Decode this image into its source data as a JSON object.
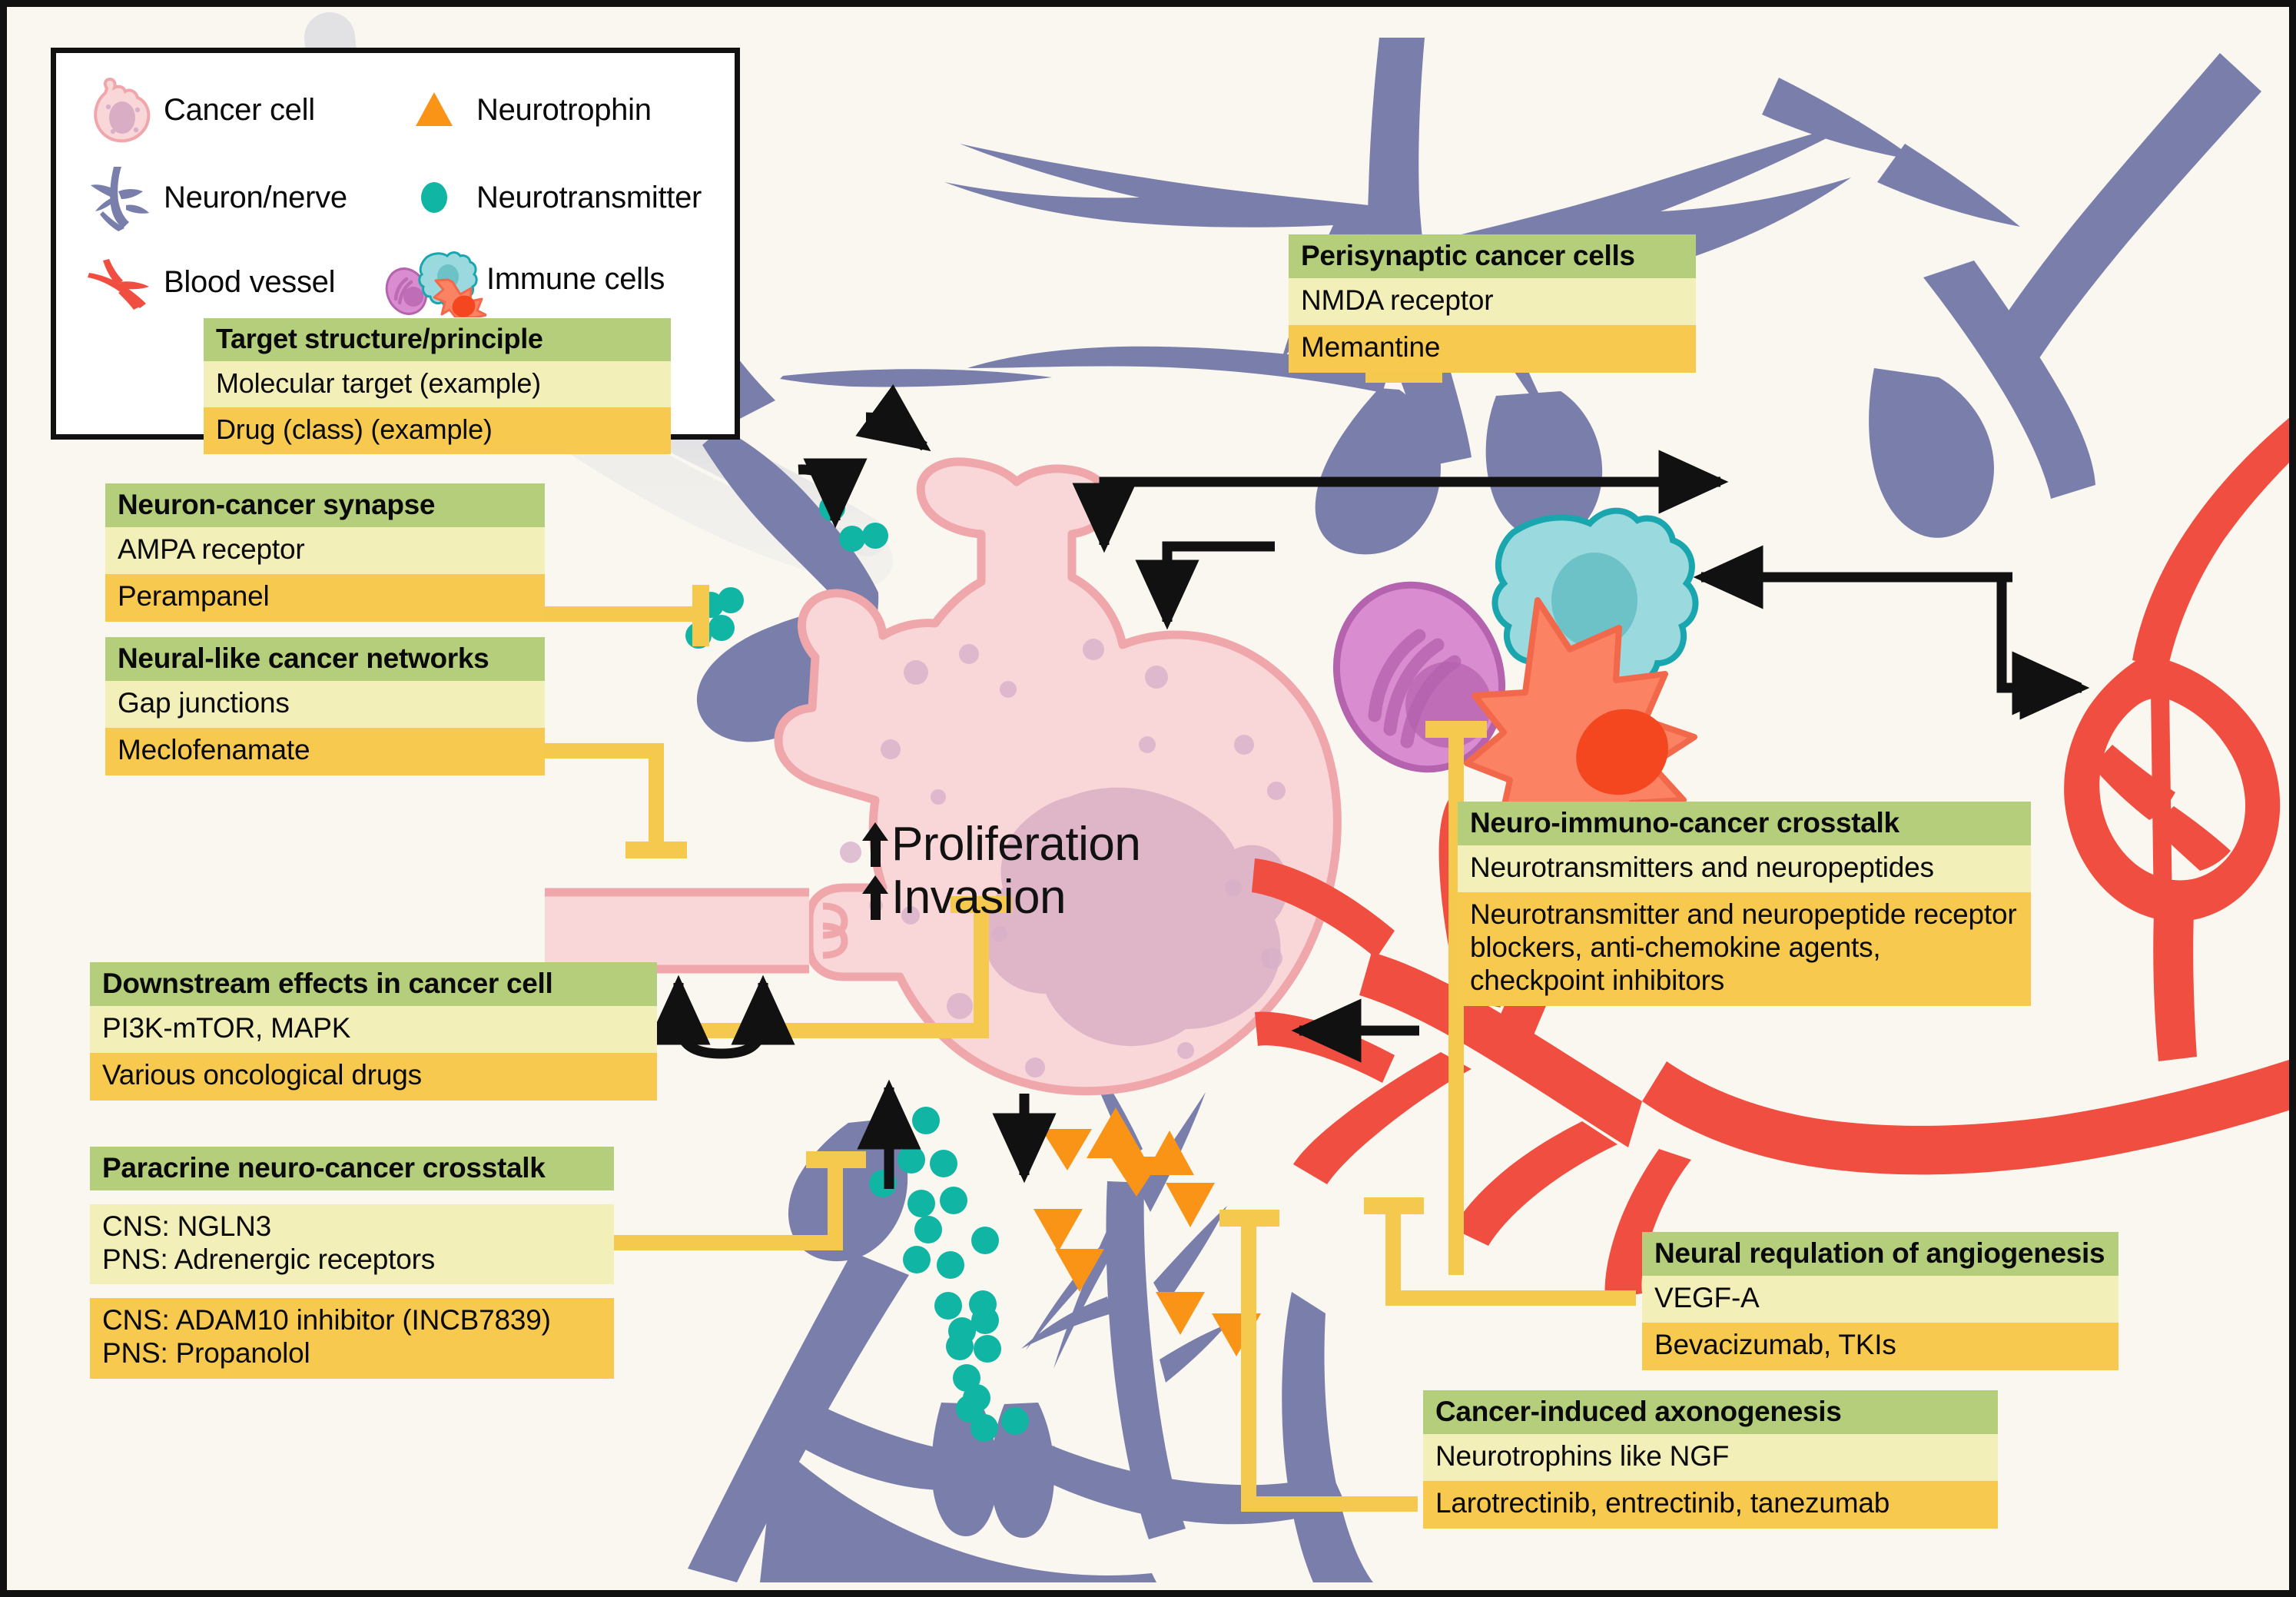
{
  "figure": {
    "background": "#f9f7f0",
    "colors": {
      "header_green": "#b5ce7b",
      "target_yellow_pale": "#f3efb9",
      "drug_yellow": "#f7c94f",
      "connector_yellow": "#f5c84e",
      "neuron_purple": "#7a7eab",
      "cancer_pink_fill": "#f9d7d8",
      "cancer_pink_stroke": "#efa7ab",
      "nucleus_mauve": "#d9aec4",
      "vessel_red": "#f04e40",
      "neurotransmitter_teal": "#11b5a4",
      "neurotrophin_orange": "#f99417",
      "immune_purple": "#cf7dc9",
      "immune_cyan": "#9ad9dd",
      "immune_orange": "#fb8363",
      "arrow_black": "#111111"
    }
  },
  "legend": {
    "items": [
      {
        "icon": "cancer-cell-icon",
        "label": "Cancer cell"
      },
      {
        "icon": "neurotrophin-triangle-icon",
        "label": "Neurotrophin"
      },
      {
        "icon": "neuron-nerve-icon",
        "label": "Neuron/nerve"
      },
      {
        "icon": "neurotransmitter-dot-icon",
        "label": "Neurotransmitter"
      },
      {
        "icon": "blood-vessel-icon",
        "label": "Blood vessel"
      },
      {
        "icon": "immune-cells-icon",
        "label": "Immune cells"
      }
    ],
    "key_box": {
      "header": "Target structure/principle",
      "target": "Molecular target (example)",
      "drug": "Drug (class) (example)"
    }
  },
  "central_labels": {
    "proliferation": "Proliferation",
    "invasion": "Invasion"
  },
  "boxes": [
    {
      "id": "perisynaptic-cancer-cells",
      "header": "Perisynaptic cancer cells",
      "target": "NMDA receptor",
      "drug": "Memantine"
    },
    {
      "id": "neuron-cancer-synapse",
      "header": "Neuron-cancer synapse",
      "target": "AMPA receptor",
      "drug": "Perampanel"
    },
    {
      "id": "neural-like-cancer-networks",
      "header": "Neural-like cancer networks",
      "target": "Gap junctions",
      "drug": "Meclofenamate"
    },
    {
      "id": "downstream-effects-in-cancer-cell",
      "header": "Downstream effects in cancer cell",
      "target": "PI3K-mTOR, MAPK",
      "drug": "Various oncological drugs"
    },
    {
      "id": "paracrine-neuro-cancer-crosstalk",
      "header": "Paracrine neuro-cancer crosstalk",
      "target": "CNS: NGLN3\nPNS: Adrenergic receptors",
      "drug": "CNS: ADAM10 inhibitor (INCB7839)\nPNS: Propanolol"
    },
    {
      "id": "neuro-immuno-cancer-crosstalk",
      "header": "Neuro-immuno-cancer crosstalk",
      "target": "Neurotransmitters and neuropeptides",
      "drug": "Neurotransmitter and neuropeptide receptor blockers, anti-chemokine agents, checkpoint inhibitors"
    },
    {
      "id": "neural-regulation-of-angiogenesis",
      "header": "Neural requlation of angiogenesis",
      "target": "VEGF-A",
      "drug": "Bevacizumab, TKIs"
    },
    {
      "id": "cancer-induced-axonogenesis",
      "header": "Cancer-induced axonogenesis",
      "target": "Neurotrophins like NGF",
      "drug": "Larotrectinib, entrectinib, tanezumab"
    }
  ]
}
